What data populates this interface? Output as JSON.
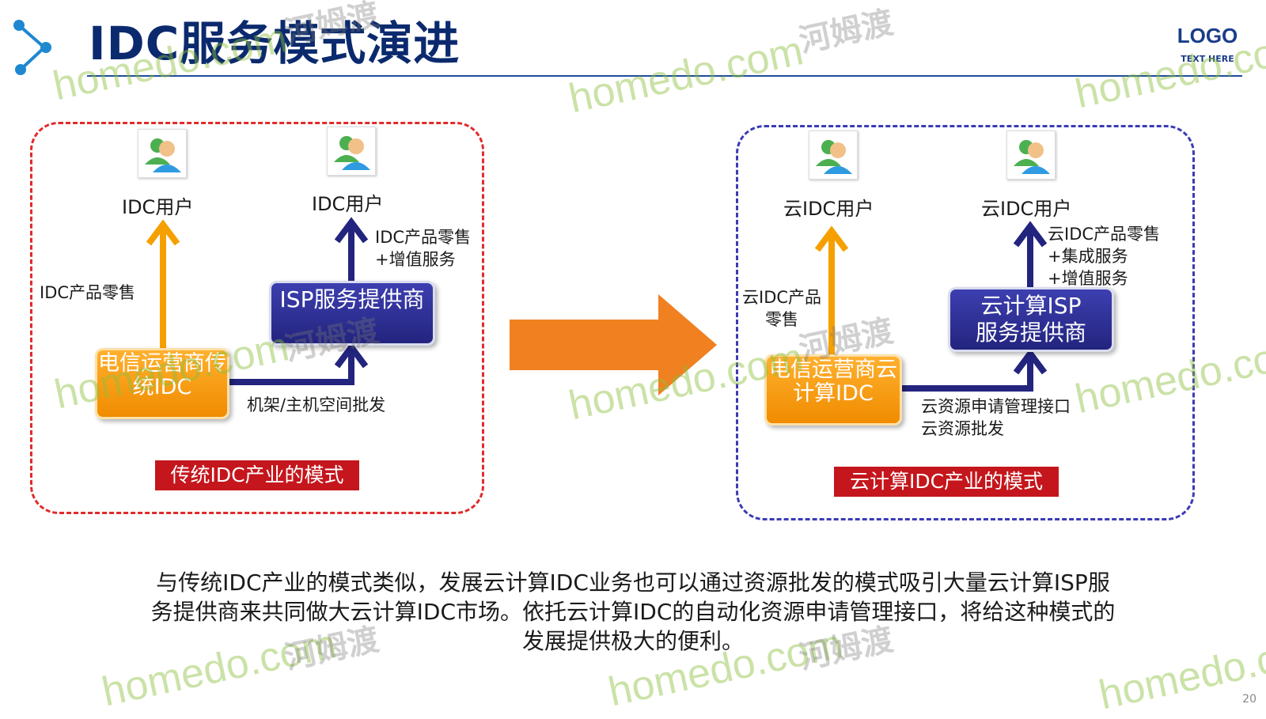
{
  "title": "IDC服务模式演进",
  "logo": {
    "main": "LOGO",
    "sub": "TEXT HERE"
  },
  "traditional": {
    "user_left": "IDC用户",
    "user_right": "IDC用户",
    "retail_left": "IDC产品零售",
    "retail_right_line1": "IDC产品零售",
    "retail_right_line2": "+增值服务",
    "isp_box": "ISP服务提供商",
    "carrier_box": "电信运营商传统IDC",
    "wholesale": "机架/主机空间批发",
    "tag": "传统IDC产业的模式"
  },
  "cloud": {
    "user_left": "云IDC用户",
    "user_right": "云IDC用户",
    "retail_left_line1": "云IDC产品",
    "retail_left_line2": "零售",
    "retail_right_line1": "云IDC产品零售",
    "retail_right_line2": "+集成服务",
    "retail_right_line3": "+增值服务",
    "isp_box_line1": "云计算ISP",
    "isp_box_line2": "服务提供商",
    "carrier_box": "电信运营商云计算IDC",
    "wholesale_line1": "云资源申请管理接口",
    "wholesale_line2": "云资源批发",
    "tag": "云计算IDC产业的模式"
  },
  "body_text": "与传统IDC产业的模式类似，发展云计算IDC业务也可以通过资源批发的模式吸引大量云计算ISP服务提供商来共同做大云计算IDC市场。依托云计算IDC的自动化资源申请管理接口，将给这种模式的发展提供极大的便利。",
  "watermark": {
    "text": "homedo.com",
    "cn": "河姆渡"
  },
  "page_number": "20",
  "colors": {
    "navy": "#23247e",
    "orange": "#f5a000",
    "red_tag": "#c4161c",
    "arrow_orange": "#f08020",
    "dash_red": "#e12a2a",
    "dash_blue": "#3b3bb5"
  }
}
